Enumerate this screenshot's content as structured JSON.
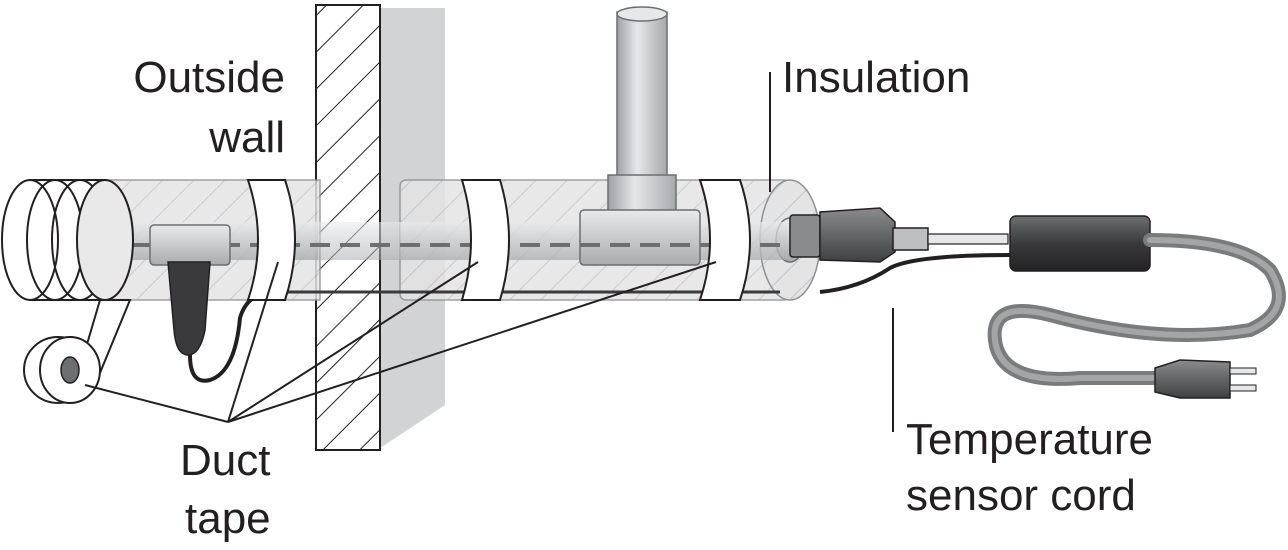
{
  "labels": {
    "outside_wall": [
      "Outside",
      "wall"
    ],
    "insulation": "Insulation",
    "duct_tape": [
      "Duct",
      "tape"
    ],
    "temperature_sensor_cord": [
      "Temperature",
      "sensor cord"
    ]
  },
  "colors": {
    "ink": "#231f20",
    "insulation_fill": "#e6e6e6",
    "pipe_fill": "#cfd0d2",
    "wall_face": "#d1d3d4",
    "sensor_dark": "#3a3a3c",
    "tape_white": "#ffffff"
  }
}
